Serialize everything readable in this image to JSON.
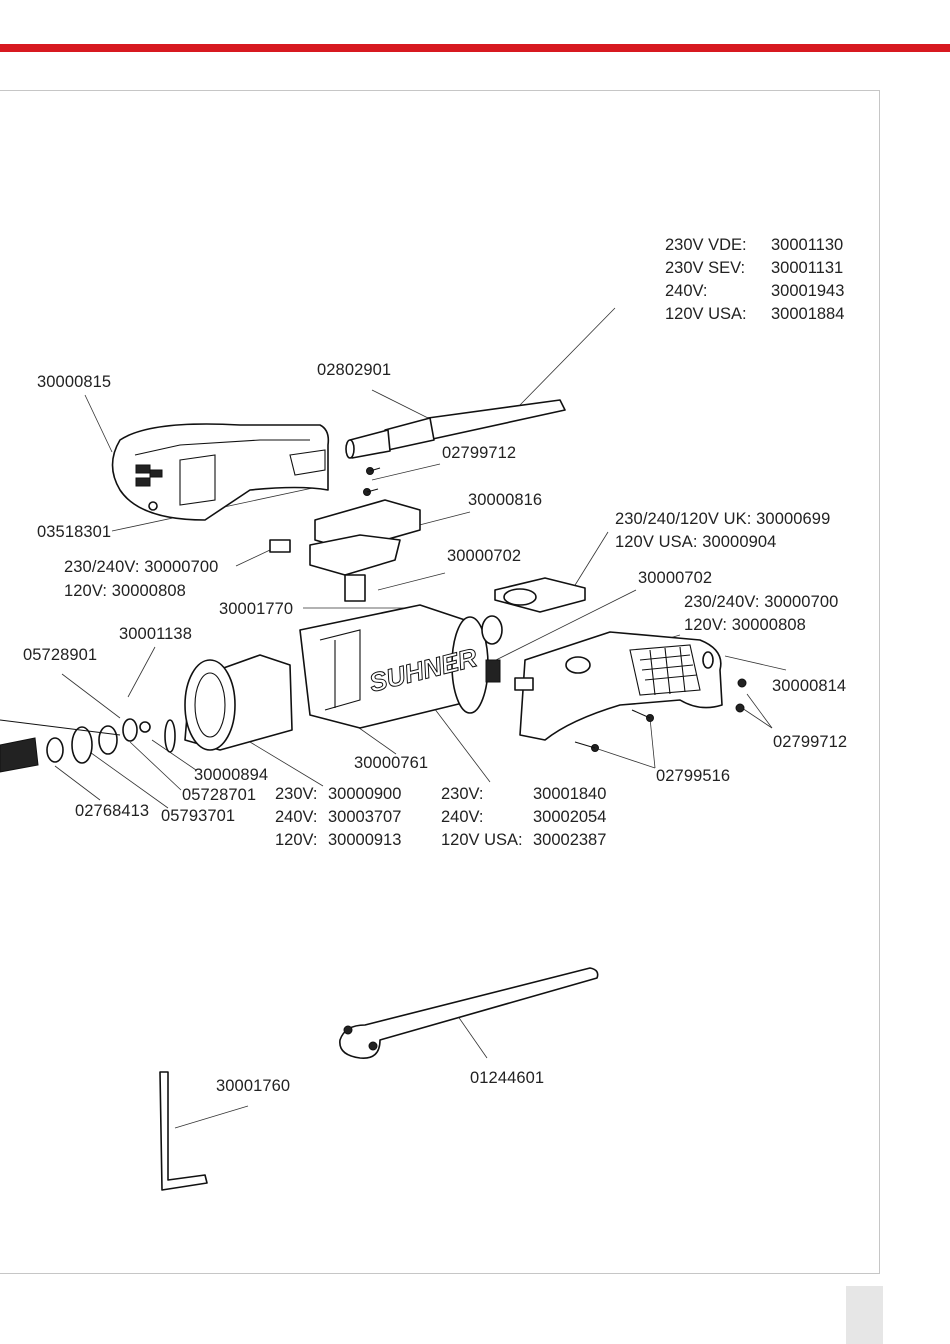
{
  "colors": {
    "accent_bar": "#d71920",
    "frame": "#c6c6c6",
    "page_tab": "#e6e6e6"
  },
  "cable_versions": [
    {
      "label": "230V VDE:",
      "part": "30001130"
    },
    {
      "label": "230V SEV:",
      "part": "30001131"
    },
    {
      "label": "240V:",
      "part": "30001943"
    },
    {
      "label": "120V USA:",
      "part": "30001884"
    }
  ],
  "labels": {
    "p30000815": "30000815",
    "p02802901": "02802901",
    "p02799712_top": "02799712",
    "p30000816": "30000816",
    "p03518301": "03518301",
    "brush_a_line1": "230/240V: 30000700",
    "brush_a_line2": "120V: 30000808",
    "p30000702_a": "30000702",
    "uk_line1": "230/240/120V UK: 30000699",
    "uk_line2": "120V USA: 30000904",
    "p30000702_b": "30000702",
    "brush_b_line1": "230/240V: 30000700",
    "brush_b_line2": "120V: 30000808",
    "p30001770": "30001770",
    "p30001138": "30001138",
    "p05728901": "05728901",
    "p30000814": "30000814",
    "p02799712_right": "02799712",
    "p30000761": "30000761",
    "p02799516": "02799516",
    "p30000894": "30000894",
    "p05728701": "05728701",
    "p02768413": "02768413",
    "p05793701": "05793701",
    "p01244601": "01244601",
    "p30001760": "30001760"
  },
  "stator_versions": [
    {
      "label": "230V:",
      "part": "30000900"
    },
    {
      "label": "240V:",
      "part": "30003707"
    },
    {
      "label": "120V:",
      "part": "30000913"
    }
  ],
  "armature_versions": [
    {
      "label": "230V:",
      "part": "30001840"
    },
    {
      "label": "240V:",
      "part": "30002054"
    },
    {
      "label": "120V USA:",
      "part": "30002387"
    }
  ],
  "brand_logo": "SUHNER"
}
